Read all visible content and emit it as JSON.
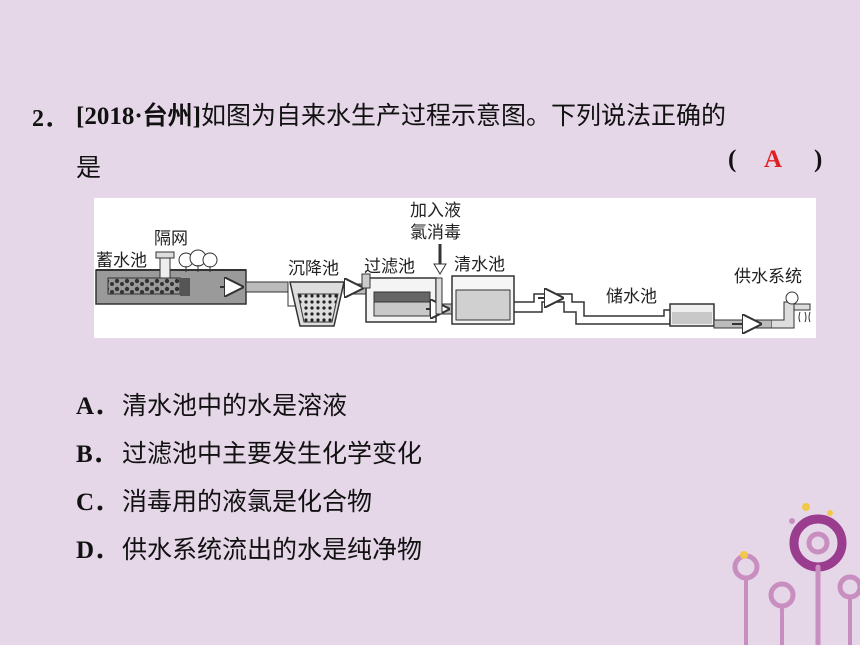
{
  "question": {
    "number": "2．",
    "source": "[2018·台州]",
    "stem_line1": "如图为自来水生产过程示意图。下列说法正确的",
    "stem_line2": "是",
    "paren_left": "(",
    "answer": "A",
    "paren_right": ")"
  },
  "diagram": {
    "labels": {
      "reservoir": "蓄水池",
      "screen": "隔网",
      "sedimentation": "沉降池",
      "filter": "过滤池",
      "chlorine_line1": "加入液",
      "chlorine_line2": "氯消毒",
      "clear_water": "清水池",
      "storage": "储水池",
      "supply": "供水系统"
    }
  },
  "options": [
    {
      "letter": "A．",
      "text": "清水池中的水是溶液"
    },
    {
      "letter": "B．",
      "text": "过滤池中主要发生化学变化"
    },
    {
      "letter": "C．",
      "text": "消毒用的液氯是化合物"
    },
    {
      "letter": "D．",
      "text": "供水系统流出的水是纯净物"
    }
  ],
  "colors": {
    "background": "#e5d6e8",
    "answer": "#e02020",
    "decoration_purple": "#9b3d8f",
    "decoration_yellow": "#f2c84b"
  }
}
